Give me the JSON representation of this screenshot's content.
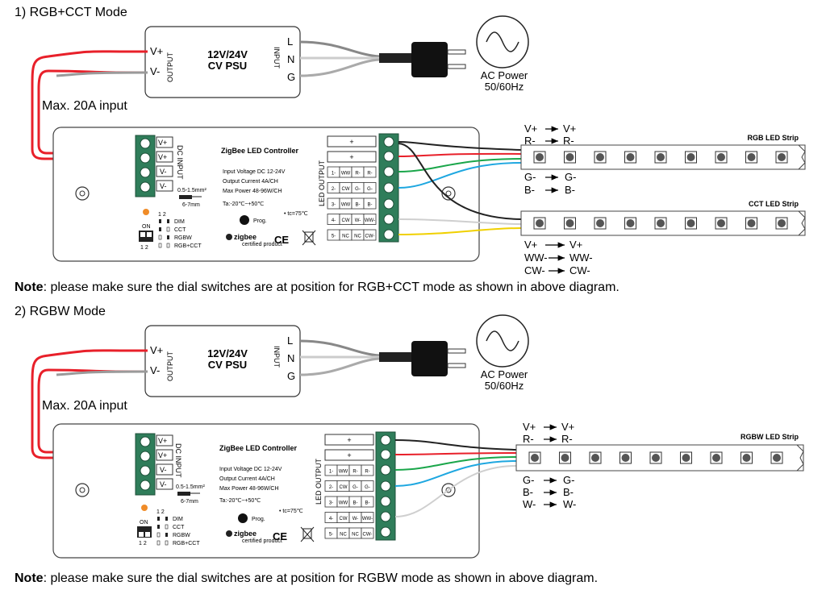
{
  "sections": [
    {
      "heading": "1) RGB+CCT Mode",
      "psu": {
        "line1": "12V/24V",
        "line2": "CV PSU",
        "vplus": "V+",
        "vminus": "V-",
        "output": "OUTPUT",
        "input": "INPUT",
        "l": "L",
        "n": "N",
        "g": "G"
      },
      "ac": {
        "line1": "AC Power",
        "line2": "50/60Hz"
      },
      "max_input": "Max. 20A input",
      "controller": {
        "title": "ZigBee LED Controller",
        "spec1": "Input Voltage DC 12-24V",
        "spec2": "Output Current 4A/CH",
        "spec3": "Max Power 48-96W/CH",
        "temp": "Ta:-20℃~+50℃",
        "tc": "• tc=75℃",
        "prog": "Prog.",
        "dc_input": "DC INPUT",
        "terminals": [
          "V+",
          "V+",
          "V-",
          "V-"
        ],
        "wire_spec1": "0.5-1.5mm²",
        "wire_spec2": "6-7mm",
        "led_output": "LED OUTPUT",
        "out_plus1": "+",
        "out_plus2": "+",
        "out_rows": [
          [
            "1-",
            "WW",
            "R-",
            "R-"
          ],
          [
            "2-",
            "CW",
            "G-",
            "G-"
          ],
          [
            "3-",
            "WW",
            "B-",
            "B-"
          ],
          [
            "4-",
            "CW",
            "W-",
            "WW-"
          ],
          [
            "5-",
            "NC",
            "NC",
            "CW-"
          ]
        ],
        "dip_on": "ON",
        "dip_nums": "1 2",
        "dip_top": "1  2",
        "modes": [
          "DIM",
          "CCT",
          "RGBW",
          "RGB+CCT"
        ],
        "zigbee": "zigbee",
        "zigbee_sub": "certified product",
        "ce": "CE"
      },
      "strips": [
        {
          "name": "RGB LED Strip",
          "labels_top": [
            [
              "V+",
              "V+"
            ],
            [
              "R-",
              "R-"
            ]
          ],
          "labels_bottom": [
            [
              "G-",
              "G-"
            ],
            [
              "B-",
              "B-"
            ]
          ]
        },
        {
          "name": "CCT LED Strip",
          "labels_top": [],
          "labels_bottom": [
            [
              "V+",
              "V+"
            ],
            [
              "WW-",
              "WW-"
            ],
            [
              "CW-",
              "CW-"
            ]
          ]
        }
      ],
      "note_bold": "Note",
      "note_text": ": please make sure the dial switches are at position for RGB+CCT mode as shown in above diagram."
    },
    {
      "heading": "2) RGBW Mode",
      "psu": {
        "line1": "12V/24V",
        "line2": "CV PSU",
        "vplus": "V+",
        "vminus": "V-",
        "output": "OUTPUT",
        "input": "INPUT",
        "l": "L",
        "n": "N",
        "g": "G"
      },
      "ac": {
        "line1": "AC Power",
        "line2": "50/60Hz"
      },
      "max_input": "Max. 20A input",
      "controller": {
        "title": "ZigBee LED Controller",
        "spec1": "Input Voltage DC 12-24V",
        "spec2": "Output Current 4A/CH",
        "spec3": "Max Power 48-96W/CH",
        "temp": "Ta:-20℃~+50℃",
        "tc": "• tc=75℃",
        "prog": "Prog.",
        "dc_input": "DC INPUT",
        "terminals": [
          "V+",
          "V+",
          "V-",
          "V-"
        ],
        "wire_spec1": "0.5-1.5mm²",
        "wire_spec2": "6-7mm",
        "led_output": "LED OUTPUT",
        "out_plus1": "+",
        "out_plus2": "+",
        "out_rows": [
          [
            "1-",
            "WW",
            "R-",
            "R-"
          ],
          [
            "2-",
            "CW",
            "G-",
            "G-"
          ],
          [
            "3-",
            "WW",
            "B-",
            "B-"
          ],
          [
            "4-",
            "CW",
            "W-",
            "WW-"
          ],
          [
            "5-",
            "NC",
            "NC",
            "CW-"
          ]
        ],
        "dip_on": "ON",
        "dip_nums": "1 2",
        "dip_top": "1  2",
        "modes": [
          "DIM",
          "CCT",
          "RGBW",
          "RGB+CCT"
        ],
        "zigbee": "zigbee",
        "zigbee_sub": "certified product",
        "ce": "CE"
      },
      "strips": [
        {
          "name": "RGBW LED Strip",
          "labels_top": [
            [
              "V+",
              "V+"
            ],
            [
              "R-",
              "R-"
            ]
          ],
          "labels_bottom": [
            [
              "G-",
              "G-"
            ],
            [
              "B-",
              "B-"
            ],
            [
              "W-",
              "W-"
            ]
          ]
        }
      ],
      "note_bold": "Note",
      "note_text": ": please make sure the dial switches are at position for RGBW mode as shown in above diagram."
    }
  ],
  "colors": {
    "red": "#e8202a",
    "gray": "#9a9a9a",
    "green": "#1aa64a",
    "blue": "#1ea7e0",
    "yellow": "#f0d000",
    "orange": "#f08c28",
    "terminal": "#2f7d5a"
  }
}
